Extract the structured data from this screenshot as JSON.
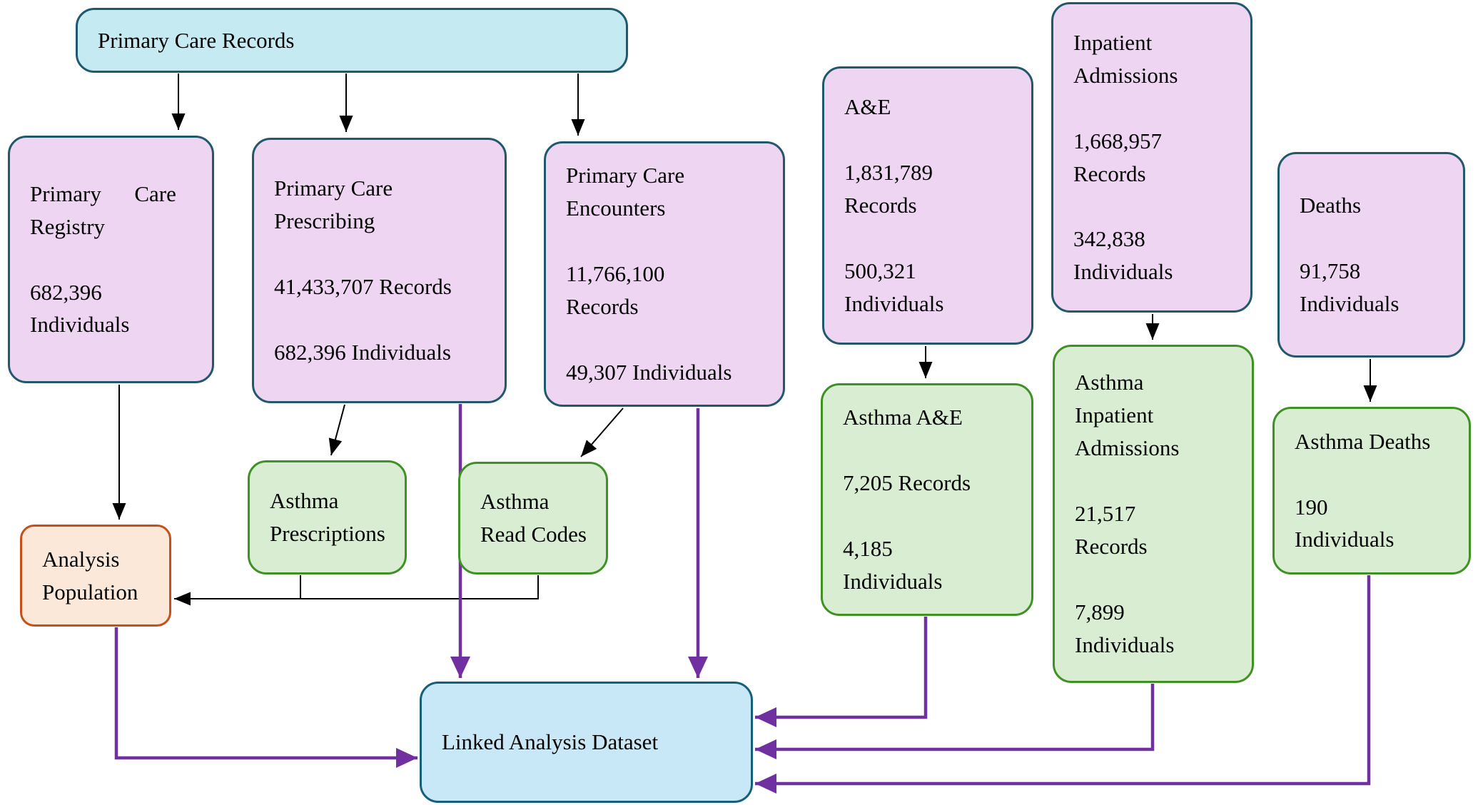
{
  "figure": {
    "description": "Data linkage flow diagram for asthma analysis dataset"
  },
  "colors": {
    "cyan-fill": "#c6eaf2",
    "cyan-border": "#1e5a6e",
    "blue-fill": "#c9e8f7",
    "blue-border": "#155f7a",
    "pink-fill": "#eed5f2",
    "pink-border": "#22586c",
    "green-fill": "#d9edd2",
    "green-border": "#3f9126",
    "orange-fill": "#fce8d8",
    "orange-border": "#c4511b",
    "purple-arrow": "#7030a0",
    "black-arrow": "#000000",
    "canvas-bg": "#ffffff"
  },
  "nodes": {
    "primary_care_records": {
      "title": "Primary Care Records"
    },
    "primary_care_registry": {
      "title": "Primary      Care\nRegistry",
      "individuals": "682,396\nIndividuals"
    },
    "primary_care_prescribing": {
      "title": "Primary Care\nPrescribing",
      "records": "41,433,707 Records",
      "individuals": "682,396 Individuals"
    },
    "primary_care_encounters": {
      "title": "Primary Care\nEncounters",
      "records": "11,766,100\nRecords",
      "individuals": "49,307 Individuals"
    },
    "ae": {
      "title": "A&E",
      "records": "1,831,789\nRecords",
      "individuals": "500,321\nIndividuals"
    },
    "inpatient_admissions": {
      "title": "Inpatient\nAdmissions",
      "records": "1,668,957\nRecords",
      "individuals": "342,838\nIndividuals"
    },
    "deaths": {
      "title": "Deaths",
      "individuals": "91,758\nIndividuals"
    },
    "asthma_prescriptions": {
      "title": "Asthma\nPrescriptions"
    },
    "asthma_read_codes": {
      "title": "Asthma\nRead Codes"
    },
    "asthma_ae": {
      "title": "Asthma A&E",
      "records": "7,205 Records",
      "individuals": "4,185\nIndividuals"
    },
    "asthma_inpatient_admissions": {
      "title": "Asthma\nInpatient\nAdmissions",
      "records": "21,517\nRecords",
      "individuals": "7,899\nIndividuals"
    },
    "asthma_deaths": {
      "title": "Asthma Deaths",
      "individuals": "190\nIndividuals"
    },
    "analysis_population": {
      "title": "Analysis\nPopulation"
    },
    "linked_analysis_dataset": {
      "title": "Linked Analysis Dataset"
    }
  }
}
